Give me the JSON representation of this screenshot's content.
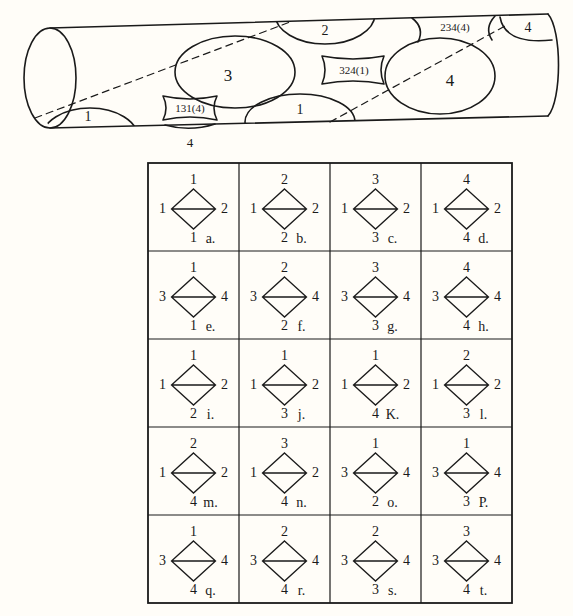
{
  "diagram": {
    "labels": [
      "2",
      "234(4)",
      "4",
      "3",
      "324(1)",
      "4",
      "1",
      "131(4)",
      "1",
      "4",
      "1",
      "1",
      "2",
      "1",
      "a.",
      "2",
      "1",
      "2",
      "2",
      "b.",
      "3",
      "1",
      "2",
      "3",
      "c.",
      "4",
      "1",
      "2",
      "4",
      "d.",
      "1",
      "3",
      "4",
      "1",
      "e.",
      "2",
      "3",
      "4",
      "2",
      "f.",
      "3",
      "3",
      "4",
      "3",
      "g.",
      "4",
      "3",
      "4",
      "4",
      "h.",
      "1",
      "1",
      "2",
      "2",
      "i.",
      "1",
      "1",
      "2",
      "3",
      "j.",
      "1",
      "1",
      "2",
      "4",
      "K.",
      "2",
      "1",
      "2",
      "3",
      "l.",
      "2",
      "1",
      "2",
      "4",
      "m.",
      "3",
      "1",
      "2",
      "4",
      "n.",
      "1",
      "3",
      "4",
      "2",
      "o.",
      "1",
      "3",
      "4",
      "3",
      "P.",
      "1",
      "3",
      "4",
      "4",
      "q.",
      "2",
      "3",
      "4",
      "4",
      "r.",
      "2",
      "3",
      "4",
      "3",
      "s.",
      "3",
      "3",
      "4",
      "4",
      "t."
    ]
  }
}
